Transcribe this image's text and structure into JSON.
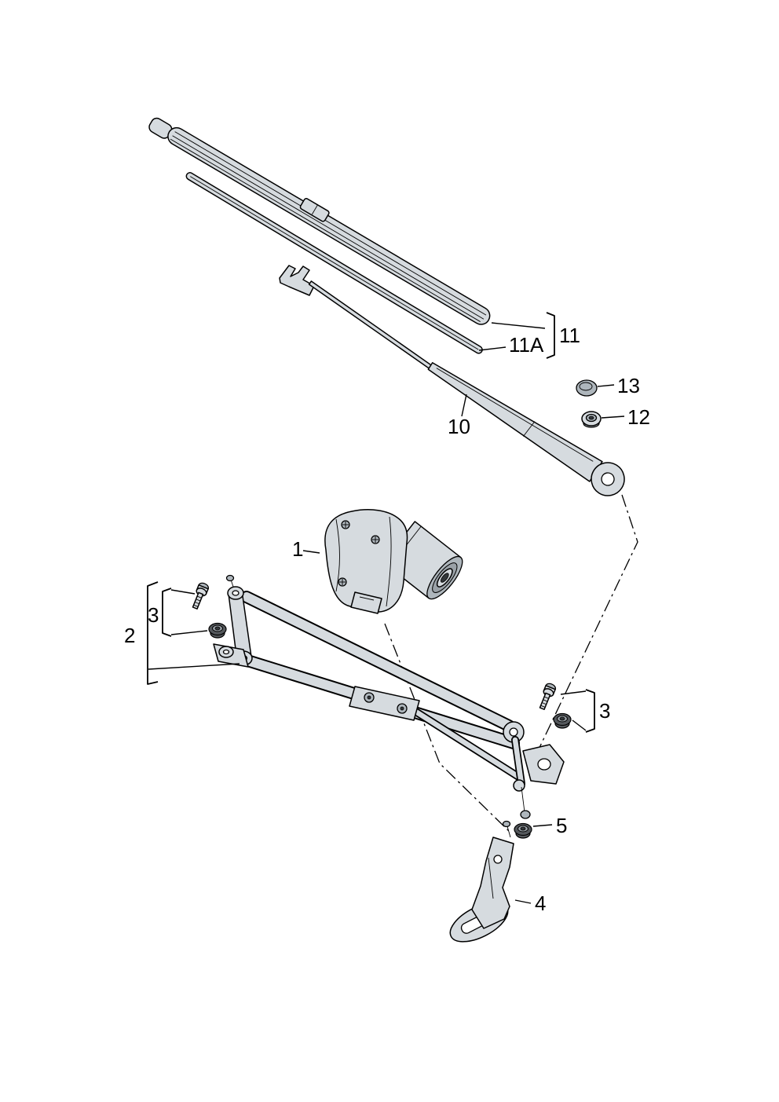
{
  "colors": {
    "background": "#ffffff",
    "outline": "#000000",
    "part_fill": "#d6dbdf",
    "part_fill_dark": "#aeb6bc",
    "metal_mid": "#9aa1a7",
    "metal_dark": "#54585c",
    "metal_deep": "#33373a",
    "label_color": "#000000"
  },
  "labels": {
    "motor": "1",
    "linkage_frame": "2",
    "screw_grommet_left": "3",
    "screw_grommet_right": "3",
    "mounting_bracket": "4",
    "grommet": "5",
    "wiper_arm": "10",
    "wiper_blade": "11",
    "wiper_blade_rubber": "11A",
    "nut": "12",
    "cap": "13"
  }
}
